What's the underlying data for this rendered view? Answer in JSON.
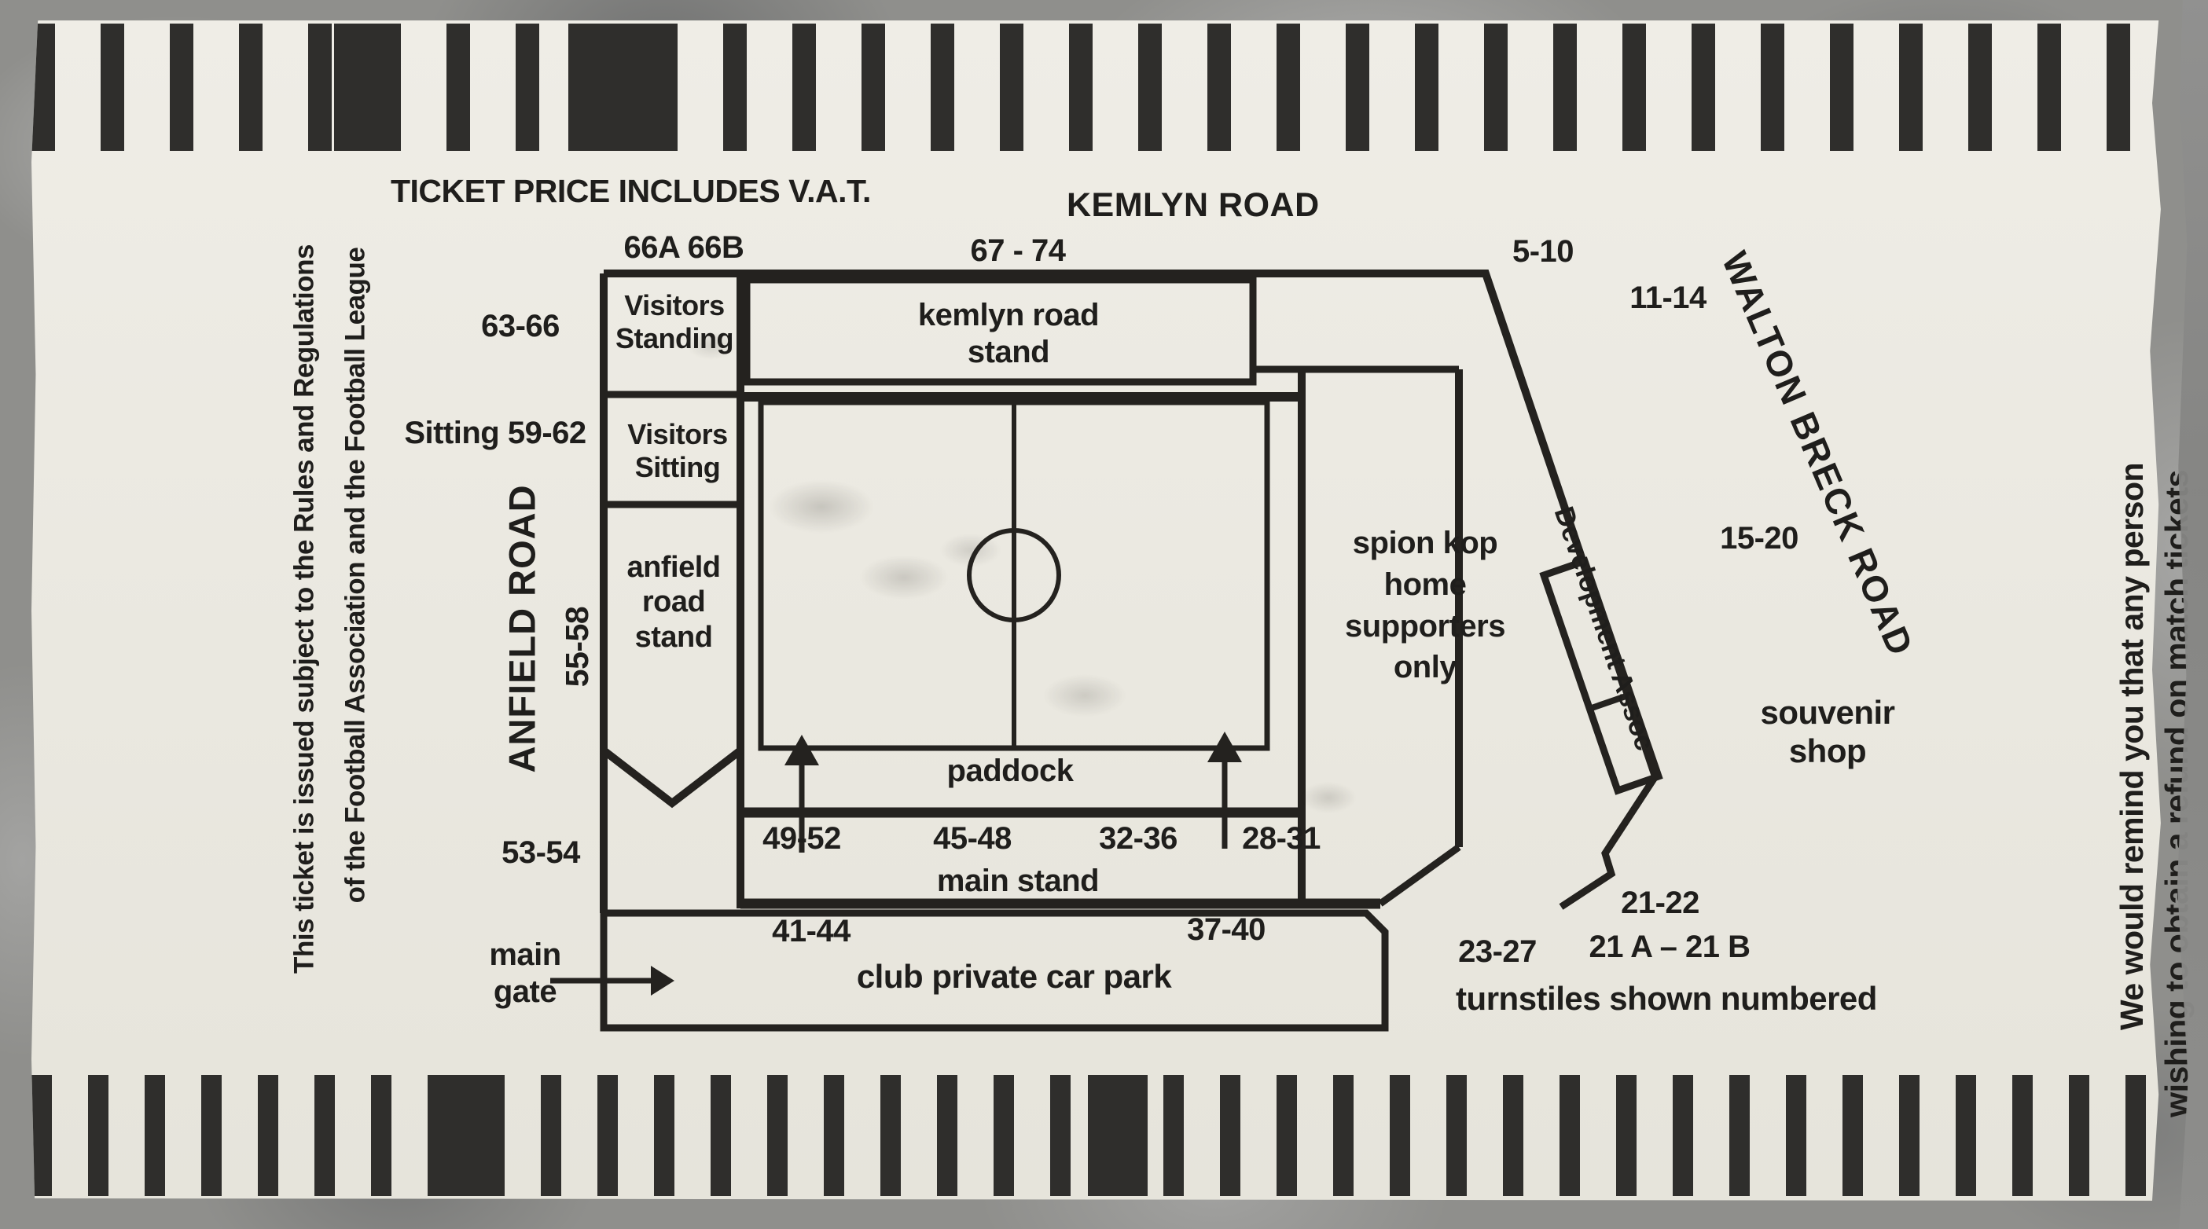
{
  "ticket": {
    "vat_note": "TICKET PRICE INCLUDES V.A.T.",
    "turnstiles_note": "turnstiles shown numbered"
  },
  "roads": {
    "kemlyn": "KEMLYN ROAD",
    "walton_breck": "WALTON BRECK ROAD",
    "anfield": "ANFIELD ROAD"
  },
  "legal": {
    "left_line1": "This ticket is issued subject to the Rules and Regulations",
    "left_line2": "of the Football Association and the Football League",
    "right_line1": "We would remind you that any person",
    "right_line2": "wishing to obtain a refund on match tickets"
  },
  "stands": {
    "visitors_standing": "Visitors Standing",
    "visitors_sitting": "Visitors Sitting",
    "anfield_road_stand": "anfield road stand",
    "kemlyn_road_stand": "kemlyn road stand",
    "spion_kop": "spion kop home supporters only",
    "paddock": "paddock",
    "main_stand": "main stand",
    "car_park": "club private car park",
    "development_assoc": "Development Assoc",
    "souvenir_shop": "souvenir shop",
    "main_gate": "main gate"
  },
  "turnstiles": {
    "kemlyn_66": "66A 66B",
    "kemlyn_67_74": "67 - 74",
    "kop_5_10": "5-10",
    "kop_11_14": "11-14",
    "visitors_63_66": "63-66",
    "sitting_59_62": "Sitting 59-62",
    "anfield_55_58": "55-58",
    "anfield_53_54": "53-54",
    "walton_15_20": "15-20",
    "south_21_22": "21-22",
    "south_21a_21b": "21 A – 21 B",
    "south_23_27": "23-27",
    "main_49_52": "49-52",
    "main_45_48": "45-48",
    "main_32_36": "32-36",
    "main_28_31": "28-31",
    "carpark_41_44": "41-44",
    "carpark_37_40": "37-40"
  }
}
